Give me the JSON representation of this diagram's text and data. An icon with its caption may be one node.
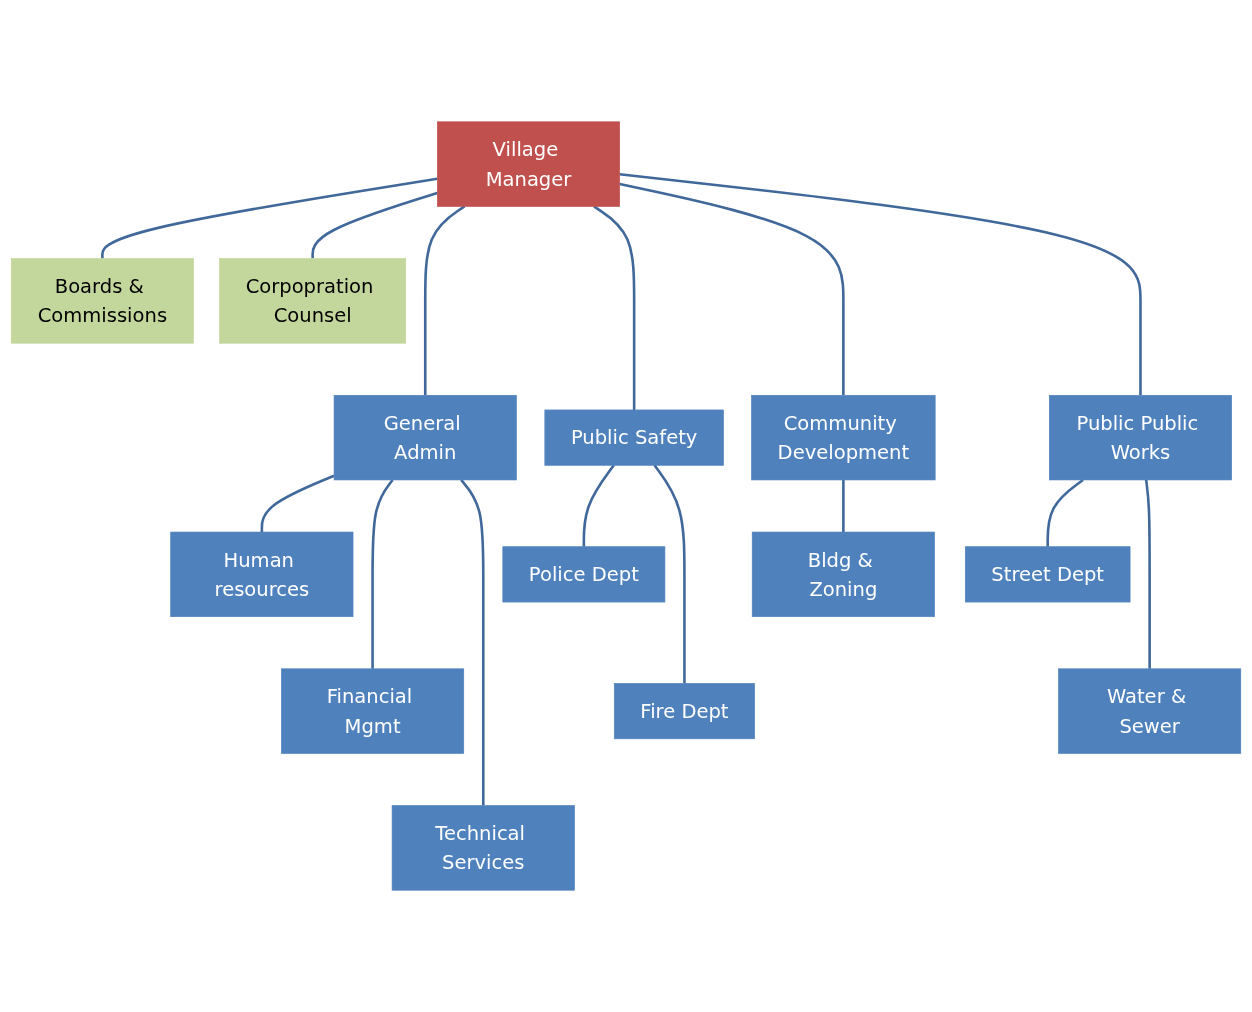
{
  "diagram": {
    "nodes": [
      {
        "text": [
          "Village Manager"
        ]
      },
      {
        "text": [
          "Boards & Commissions"
        ]
      },
      {
        "text": [
          "Corpopration Counsel"
        ]
      },
      {
        "text": [
          "General Admin"
        ]
      },
      {
        "text": [
          "Public Safety"
        ]
      },
      {
        "text": [
          "Community Development"
        ]
      },
      {
        "text": [
          "Public Public Works"
        ]
      },
      {
        "text": [
          "Human resources"
        ]
      },
      {
        "text": [
          "Police Dept"
        ]
      },
      {
        "text": [
          "Bldg & Zoning"
        ]
      },
      {
        "text": [
          "Street Dept"
        ]
      },
      {
        "text": [
          "Financial Mgmt"
        ]
      },
      {
        "text": [
          "Fire Dept"
        ]
      },
      {
        "text": [
          "Water & Sewer"
        ]
      },
      {
        "text": [
          "Technical Services"
        ]
      }
    ],
    "edges": [
      {
        "from": 0,
        "to": 1,
        "arrow": "none"
      },
      {
        "from": 0,
        "to": 2,
        "arrow": "none"
      },
      {
        "from": 0,
        "to": 3,
        "arrow": "none"
      },
      {
        "from": 0,
        "to": 4,
        "arrow": "none"
      },
      {
        "from": 0,
        "to": 5,
        "arrow": "none"
      },
      {
        "from": 0,
        "to": 6,
        "arrow": "none"
      },
      {
        "from": 3,
        "to": 7,
        "arrow": "none"
      },
      {
        "from": 3,
        "to": 11,
        "arrow": "none"
      },
      {
        "from": 3,
        "to": 14,
        "arrow": "none"
      },
      {
        "from": 4,
        "to": 8,
        "arrow": "none"
      },
      {
        "from": 4,
        "to": 12,
        "arrow": "none"
      },
      {
        "from": 5,
        "to": 9,
        "arrow": "none"
      },
      {
        "from": 6,
        "to": 10,
        "arrow": "none"
      },
      {
        "from": 6,
        "to": 13,
        "arrow": "none"
      }
    ]
  }
}
